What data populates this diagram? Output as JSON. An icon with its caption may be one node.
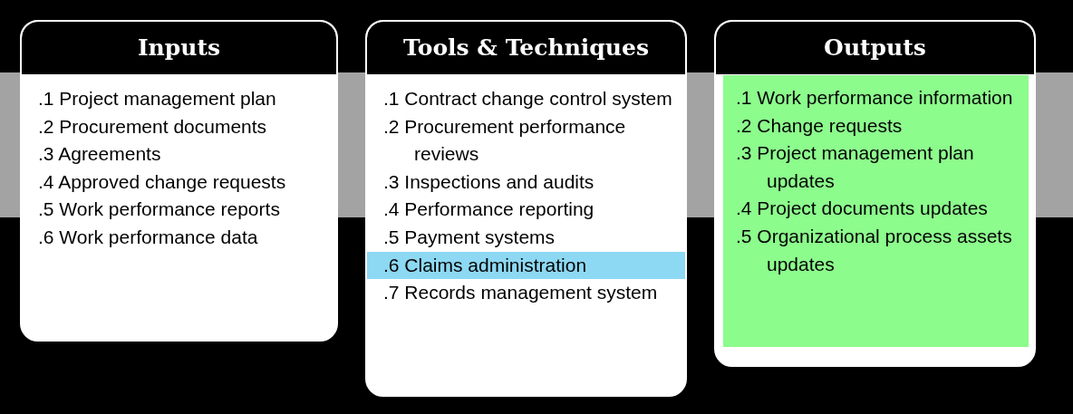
{
  "diagram": {
    "nodes": [
      {
        "text": [
          "Inputs",
          ".1 Project management plan",
          ".2 Procurement documents",
          ".3 Agreements",
          ".4 Approved change requests",
          ".5 Work performance reports",
          ".6 Work performance data"
        ]
      },
      {
        "text": [
          "Tools & Techniques",
          ".1 Contract change control system",
          ".2 Procurement performance reviews",
          ".3 Inspections and audits",
          ".4 Performance reporting",
          ".5 Payment systems",
          ".7 Records management system"
        ]
      },
      {
        "text": [
          ".6 Claims administration"
        ],
        "in": 1
      },
      {
        "text": [
          "Outputs"
        ]
      },
      {
        "text": [
          ".1 Work performance information",
          ".2 Change requests",
          ".3 Project management plan updates",
          ".4 Project documents updates",
          ".5 Organizational process assets updates"
        ],
        "in": 3
      }
    ]
  }
}
